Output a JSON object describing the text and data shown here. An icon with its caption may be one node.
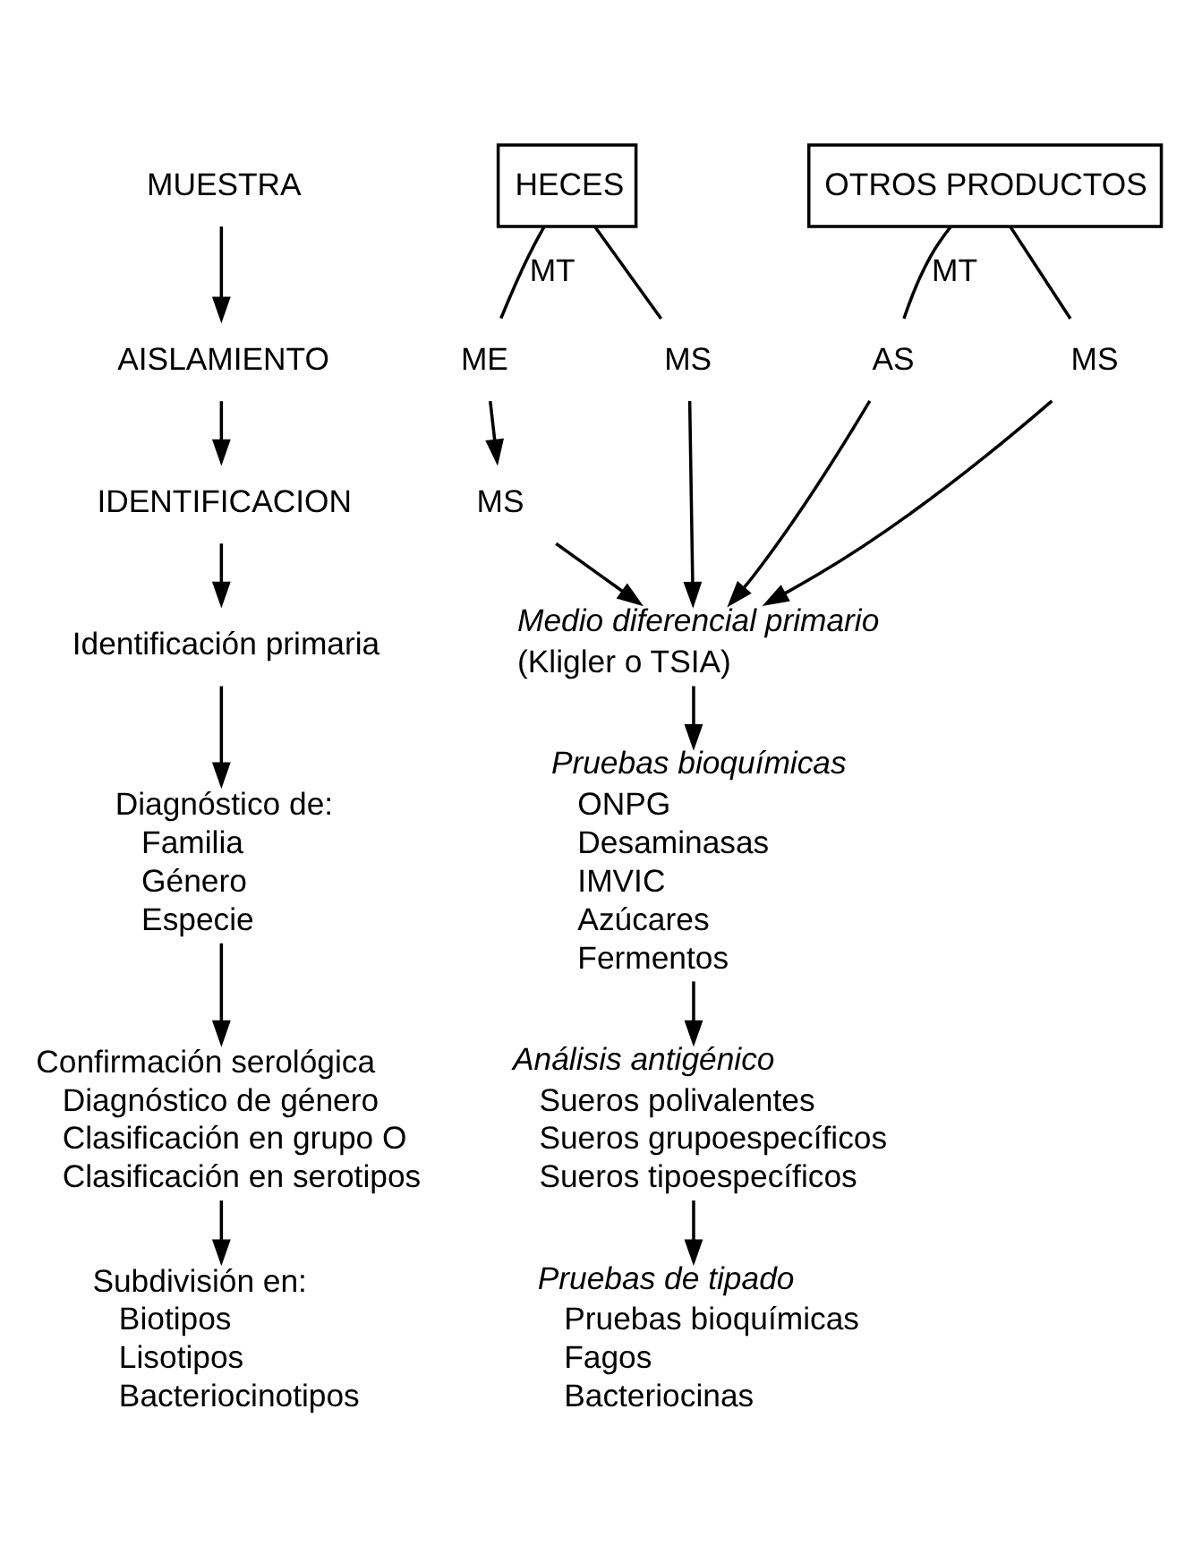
{
  "diagram": {
    "nodes": [
      {
        "text": [
          "MUESTRA"
        ]
      },
      {
        "text": [
          "AISLAMIENTO"
        ]
      },
      {
        "text": [
          "IDENTIFICACION"
        ]
      },
      {
        "text": [
          "Identificación primaria"
        ]
      },
      {
        "text": [
          "Diagnóstico de:",
          "Familia",
          "Género",
          "Especie"
        ]
      },
      {
        "text": [
          "Confirmación serológica",
          "Diagnóstico de género",
          "Clasificación en grupo O",
          "Clasificación en serotipos"
        ]
      },
      {
        "text": [
          "Subdivisión en:",
          "Biotipos",
          "Lisotipos",
          "Bacteriocinotipos"
        ]
      },
      {
        "text": [
          "HECES"
        ]
      },
      {
        "text": [
          "OTROS PRODUCTOS"
        ]
      },
      {
        "text": [
          "ME"
        ]
      },
      {
        "text": [
          "MS"
        ]
      },
      {
        "text": [
          "MS"
        ]
      },
      {
        "text": [
          "AS"
        ]
      },
      {
        "text": [
          "MS"
        ]
      },
      {
        "text": [
          "Medio diferencial primario",
          "(Kligler o TSIA)"
        ]
      },
      {
        "text": [
          "Pruebas bioquímicas",
          "ONPG",
          "Desaminasas",
          "IMVIC",
          "Azúcares",
          "Fermentos"
        ]
      },
      {
        "text": [
          "Análisis antigénico",
          "Sueros polivalentes",
          "Sueros grupoespecíficos",
          "Sueros tipoespecíficos"
        ]
      },
      {
        "text": [
          "Pruebas de tipado",
          "Pruebas bioquímicas",
          "Fagos",
          "Bacteriocinas"
        ]
      }
    ],
    "edges": [
      {
        "from": 0,
        "to": 1,
        "arrow": "to"
      },
      {
        "from": 1,
        "to": 2,
        "arrow": "to"
      },
      {
        "from": 2,
        "to": 3,
        "arrow": "to"
      },
      {
        "from": 3,
        "to": 4,
        "arrow": "to"
      },
      {
        "from": 4,
        "to": 5,
        "arrow": "to"
      },
      {
        "from": 5,
        "to": 6,
        "arrow": "to"
      },
      {
        "from": 7,
        "to": 9,
        "arrow": "none",
        "label": "MT"
      },
      {
        "from": 7,
        "to": 11,
        "arrow": "none"
      },
      {
        "from": 9,
        "to": 10,
        "arrow": "to"
      },
      {
        "from": 8,
        "to": 12,
        "arrow": "none",
        "label": "MT"
      },
      {
        "from": 8,
        "to": 13,
        "arrow": "none"
      },
      {
        "from": 10,
        "to": 14,
        "arrow": "to"
      },
      {
        "from": 11,
        "to": 14,
        "arrow": "to"
      },
      {
        "from": 12,
        "to": 14,
        "arrow": "to"
      },
      {
        "from": 13,
        "to": 14,
        "arrow": "to"
      },
      {
        "from": 14,
        "to": 15,
        "arrow": "to"
      },
      {
        "from": 15,
        "to": 16,
        "arrow": "to"
      },
      {
        "from": 16,
        "to": 17,
        "arrow": "to"
      }
    ]
  }
}
